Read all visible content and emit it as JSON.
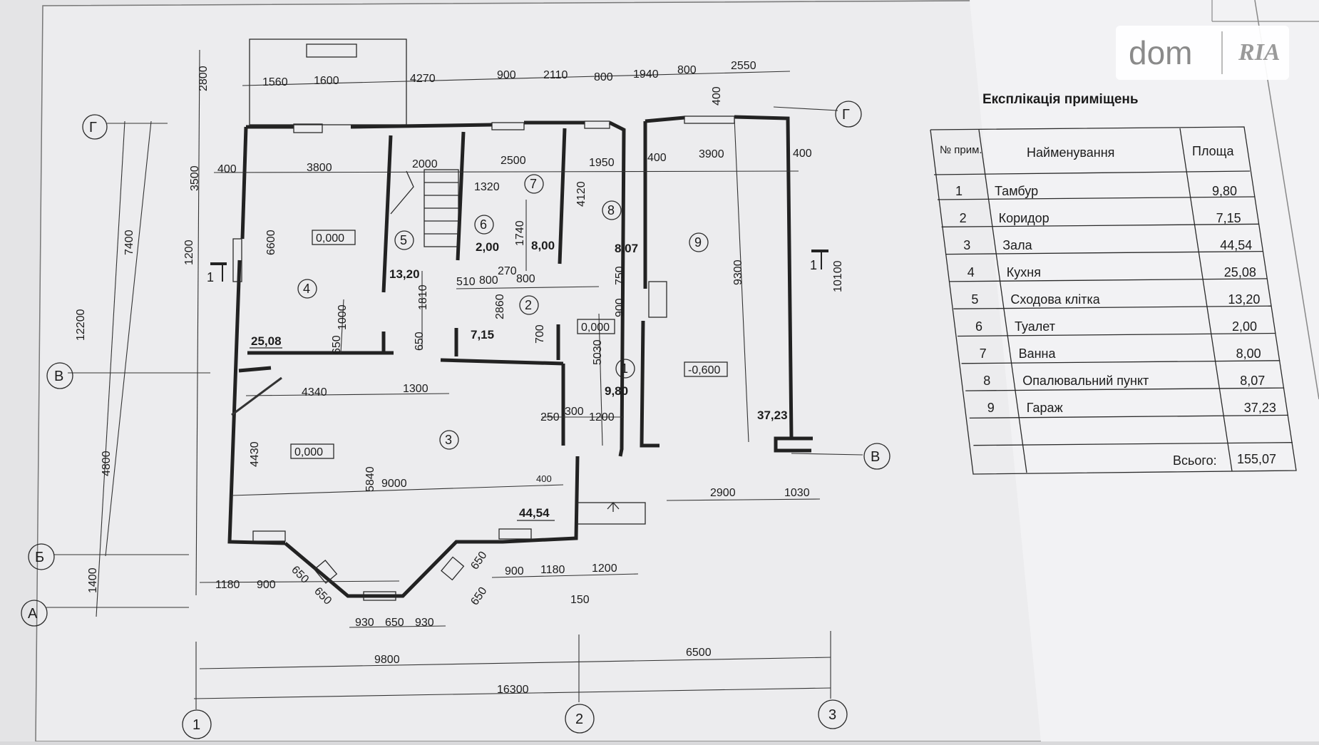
{
  "watermark": {
    "left": "dom",
    "right": "RIA"
  },
  "table": {
    "title": "Експлікація приміщень",
    "col_no": "№ прим.",
    "col_name": "Найменування",
    "col_area": "Площа",
    "rows": [
      {
        "no": "1",
        "name": "Тамбур",
        "area": "9,80"
      },
      {
        "no": "2",
        "name": "Коридор",
        "area": "7,15"
      },
      {
        "no": "3",
        "name": "Зала",
        "area": "44,54"
      },
      {
        "no": "4",
        "name": "Кухня",
        "area": "25,08"
      },
      {
        "no": "5",
        "name": "Сходова клітка",
        "area": "13,20"
      },
      {
        "no": "6",
        "name": "Туалет",
        "area": "2,00"
      },
      {
        "no": "7",
        "name": "Ванна",
        "area": "8,00"
      },
      {
        "no": "8",
        "name": "Опалювальний пункт",
        "area": "8,07"
      },
      {
        "no": "9",
        "name": "Гараж",
        "area": "37,23"
      }
    ],
    "total_label": "Всього:",
    "total_value": "155,07"
  },
  "axes": {
    "a": "А",
    "b": "Б",
    "v": "В",
    "g": "Г",
    "n1": "1",
    "n2": "2",
    "n3": "3"
  },
  "section_mark": "1",
  "levels": {
    "l4": "0,000",
    "l3": "0,000",
    "l2": "0,000",
    "l9": "-0,600"
  },
  "rooms": {
    "r1": {
      "num": "1",
      "area": "9,80"
    },
    "r2": {
      "num": "2",
      "area": "7,15"
    },
    "r3": {
      "num": "3",
      "area": "44,54"
    },
    "r4": {
      "num": "4",
      "area": "25,08"
    },
    "r5": {
      "num": "5",
      "area": "13,20"
    },
    "r6": {
      "num": "6",
      "area": "2,00"
    },
    "r7": {
      "num": "7",
      "area": "8,00"
    },
    "r8": {
      "num": "8",
      "area": "8,07"
    },
    "r9": {
      "num": "9",
      "area": "37,23"
    }
  },
  "dims": {
    "top": [
      "1560",
      "1600",
      "4270",
      "900",
      "2110",
      "800",
      "1940",
      "800",
      "2550"
    ],
    "row2": [
      "400",
      "3800",
      "2000",
      "2500",
      "1950",
      "400",
      "3900",
      "400"
    ],
    "left": [
      "2800",
      "3500",
      "1200",
      "7400",
      "12200",
      "4800",
      "1400"
    ],
    "inner": [
      "6600",
      "1320",
      "1740",
      "4120",
      "9300",
      "10100",
      "510",
      "800",
      "270",
      "800",
      "1810",
      "2860",
      "750",
      "900",
      "1000",
      "650",
      "650",
      "700",
      "5030",
      "4340",
      "1300",
      "250",
      "300",
      "1200",
      "4430",
      "5840",
      "9000",
      "400",
      "2900",
      "1030",
      "1180",
      "900",
      "650",
      "650",
      "650",
      "650",
      "900",
      "1180",
      "1200",
      "150",
      "930",
      "650",
      "930",
      "400"
    ],
    "bottom": [
      "9800",
      "6500",
      "16300"
    ]
  }
}
